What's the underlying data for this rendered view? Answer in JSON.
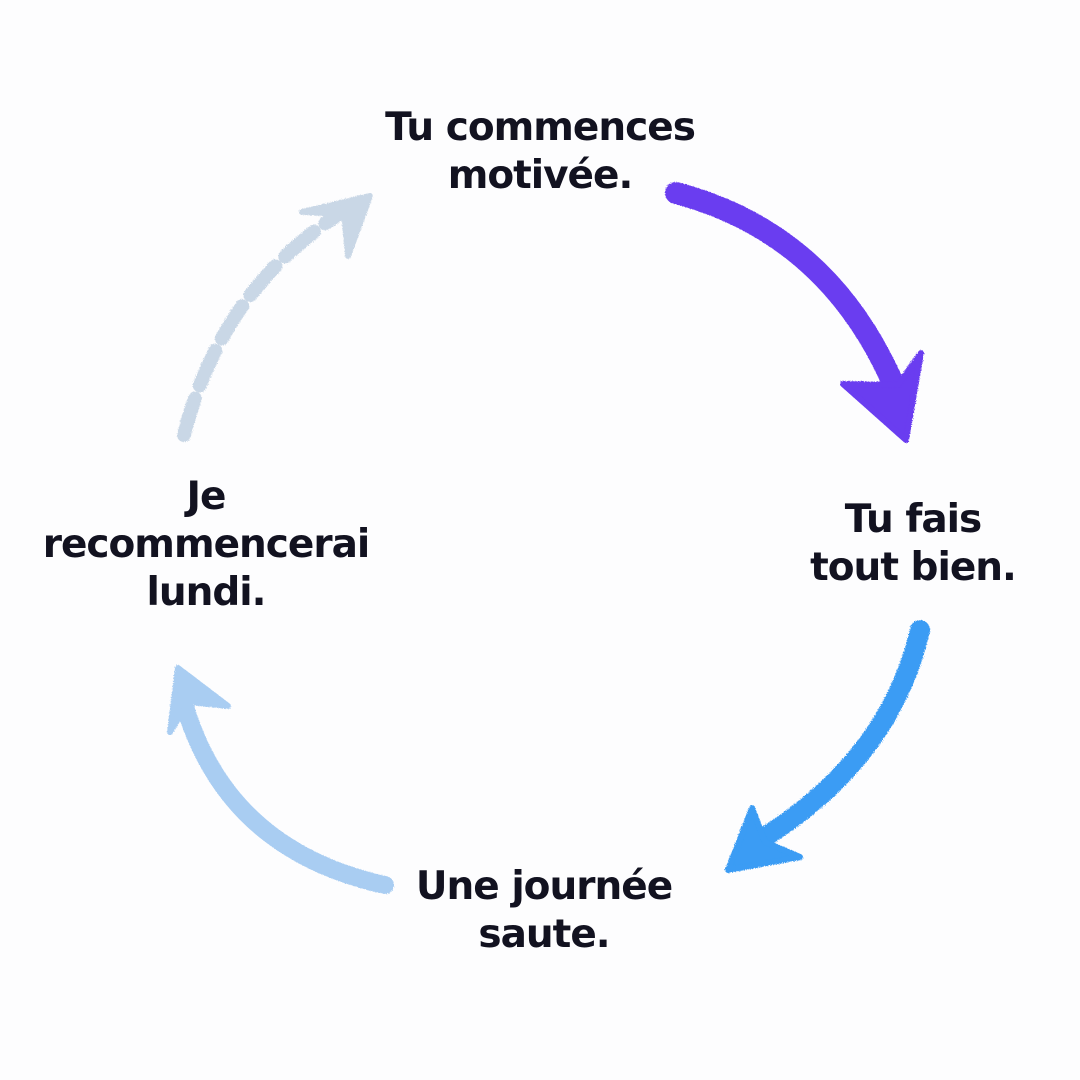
{
  "cycle": {
    "steps": [
      {
        "lines": [
          "Tu commences",
          "motivée."
        ]
      },
      {
        "lines": [
          "Tu fais",
          "tout bien."
        ]
      },
      {
        "lines": [
          "Une journée",
          "saute."
        ]
      },
      {
        "lines": [
          "Je",
          "recommencerai",
          "lundi."
        ]
      }
    ],
    "arrows": [
      {
        "from": "step-1",
        "to": "step-2",
        "color": "#6a3cf0",
        "style": "solid"
      },
      {
        "from": "step-2",
        "to": "step-3",
        "color": "#3a9cf4",
        "style": "solid"
      },
      {
        "from": "step-3",
        "to": "step-4",
        "color": "#a9cdf2",
        "style": "solid"
      },
      {
        "from": "step-4",
        "to": "step-1",
        "color": "#c9d7e6",
        "style": "dashed"
      }
    ],
    "text_color": "#121220",
    "background_color": "#fdfdfe"
  }
}
